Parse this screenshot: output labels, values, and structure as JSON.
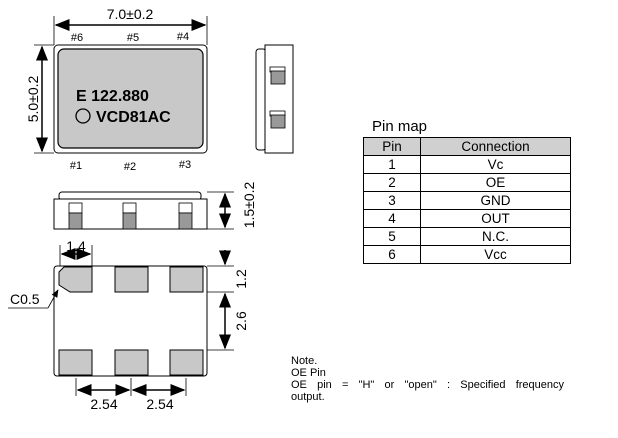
{
  "top_view": {
    "width_dim": "7.0±0.2",
    "height_dim": "5.0±0.2",
    "marking_line1": "E 122.880",
    "marking_line2": "VCD81AC",
    "pins_top": [
      "#6",
      "#5",
      "#4"
    ],
    "pins_bottom": [
      "#1",
      "#2",
      "#3"
    ]
  },
  "front_view": {
    "height_dim": "1.5±0.2"
  },
  "bottom_view": {
    "pad_width": "1.4",
    "pad_height": "1.2",
    "pad_gap": "2.6",
    "chamfer": "C0.5",
    "pitch": [
      "2.54",
      "2.54"
    ]
  },
  "pin_map": {
    "title": "Pin map",
    "headers": [
      "Pin",
      "Connection"
    ],
    "rows": [
      [
        "1",
        "Vc"
      ],
      [
        "2",
        "OE"
      ],
      [
        "3",
        "GND"
      ],
      [
        "4",
        "OUT"
      ],
      [
        "5",
        "N.C."
      ],
      [
        "6",
        "Vcc"
      ]
    ]
  },
  "note": {
    "lines": [
      "Note.",
      "OE Pin",
      "OE pin = \"H\" or \"open\" : Specified frequency output."
    ]
  }
}
